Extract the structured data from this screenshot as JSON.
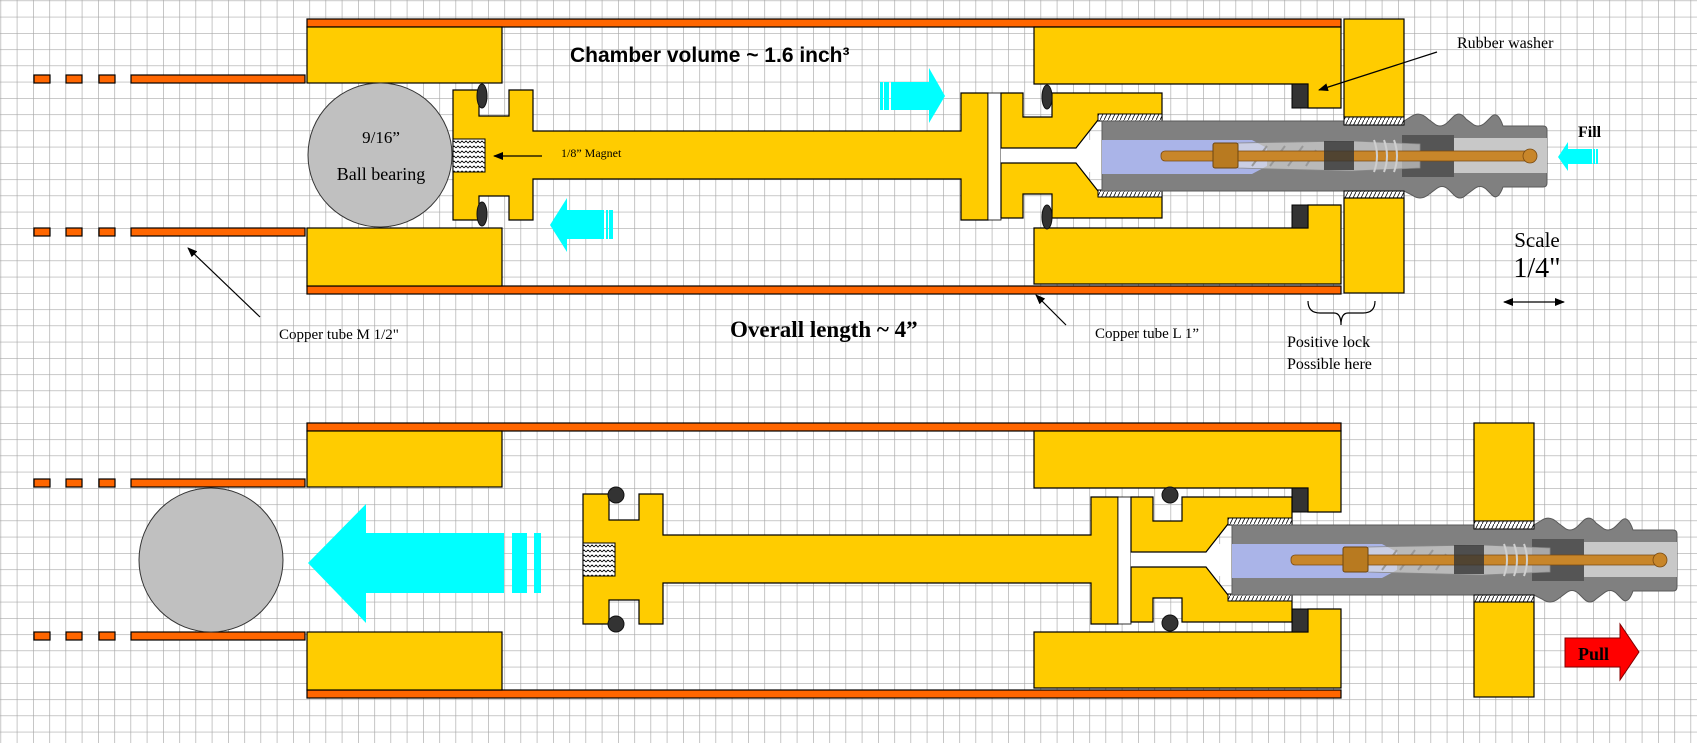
{
  "diagram": {
    "top": {
      "chamber_volume": "Chamber volume ~ 1.6 inch³",
      "ball_size": "9/16”",
      "ball_label": "Ball bearing",
      "magnet_label": "1/8” Magnet",
      "rubber_washer_label": "Rubber washer",
      "fill_label": "Fill",
      "scale_label": "Scale",
      "scale_value": "1/4\"",
      "copper_m_label": "Copper tube M 1/2\"",
      "overall_length": "Overall length ~ 4”",
      "copper_l_label": "Copper tube L 1”",
      "positive_lock_line1": "Positive lock",
      "positive_lock_line2": "Possible here"
    },
    "bottom": {
      "pull_label": "Pull"
    }
  },
  "colors": {
    "body": "#ffcc00",
    "copper": "#ff6600",
    "ball": "#c0c0c0",
    "air_flow_arrow": "#00ffff",
    "pull_arrow": "#ff0000",
    "valve": "#808080",
    "grid": "#a8a8a8"
  }
}
